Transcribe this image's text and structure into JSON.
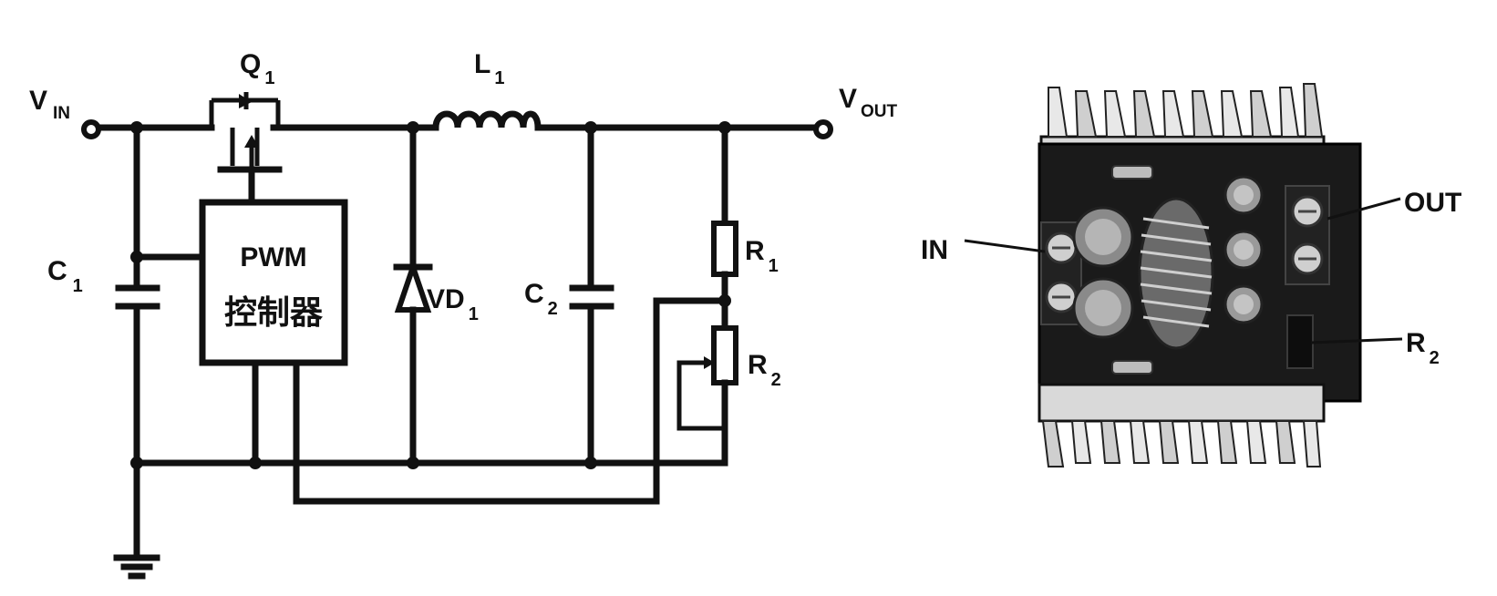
{
  "schematic": {
    "vin": {
      "main": "V",
      "sub": "IN"
    },
    "vout": {
      "main": "V",
      "sub": "OUT"
    },
    "q1": {
      "main": "Q",
      "sub": "1"
    },
    "l1": {
      "main": "L",
      "sub": "1"
    },
    "c1": {
      "main": "C",
      "sub": "1"
    },
    "c2": {
      "main": "C",
      "sub": "2"
    },
    "vd1": {
      "main": "VD",
      "sub": "1"
    },
    "r1": {
      "main": "R",
      "sub": "1"
    },
    "r2": {
      "main": "R",
      "sub": "2"
    },
    "pwm": {
      "line1": "PWM",
      "line2": "控制器"
    }
  },
  "board": {
    "in_label": "IN",
    "out_label": "OUT",
    "r2": {
      "main": "R",
      "sub": "2"
    }
  },
  "colors": {
    "ink": "#111111",
    "background": "#ffffff",
    "heatsink": "#d9d9d9",
    "pcb": "#1a1a1a"
  }
}
